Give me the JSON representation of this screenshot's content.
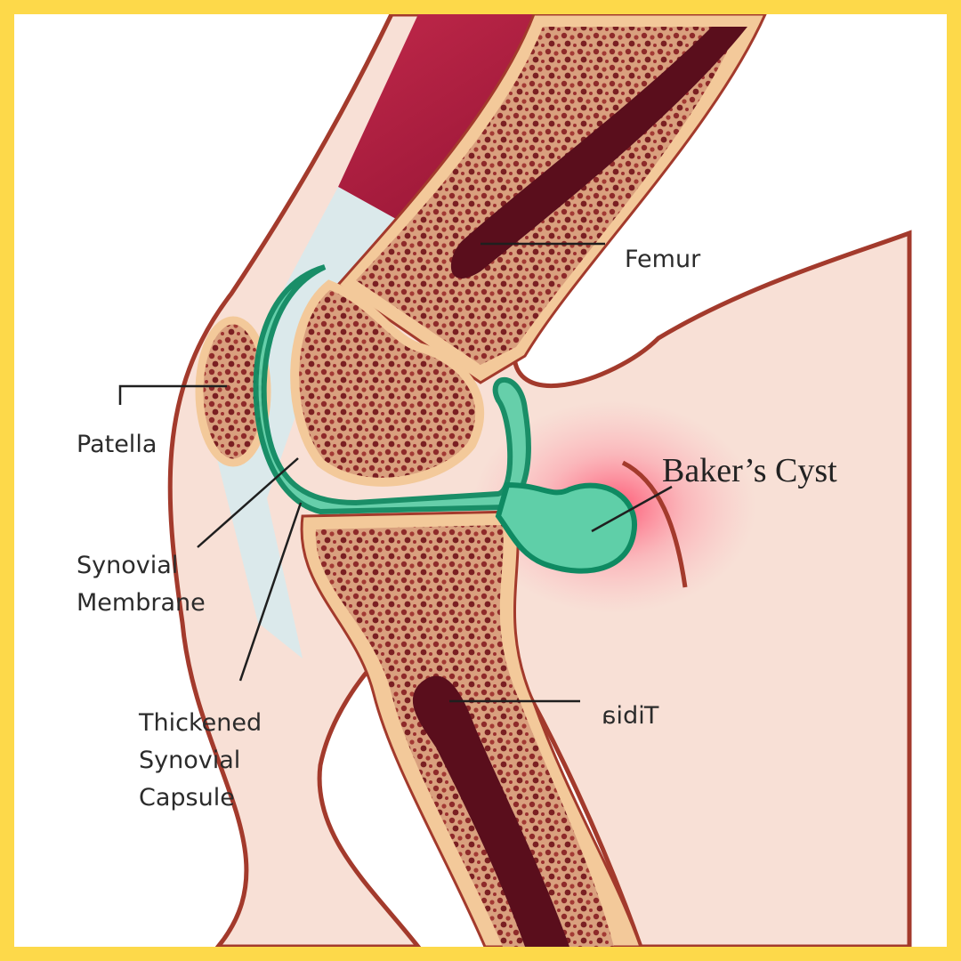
{
  "colors": {
    "frame": "#fdd94a",
    "skin": "#f8e0d6",
    "skin_outline": "#a33a2c",
    "muscle": "#a3123a",
    "bone_cortex": "#f3c99a",
    "marrow": "#8e2a2a",
    "synovial": "#5fcfa8",
    "synovial_outline": "#0f8a62",
    "inflammation": "#ff4d6d"
  },
  "labels": {
    "femur": "Femur",
    "patella": "Patella",
    "synovial_membrane": [
      "Synovial",
      "Membrane"
    ],
    "bakers_cyst": "Baker’s Cyst",
    "thickened_capsule": [
      "Thickened",
      "Synovial",
      "Capsule"
    ],
    "tibia": "Tibia"
  }
}
